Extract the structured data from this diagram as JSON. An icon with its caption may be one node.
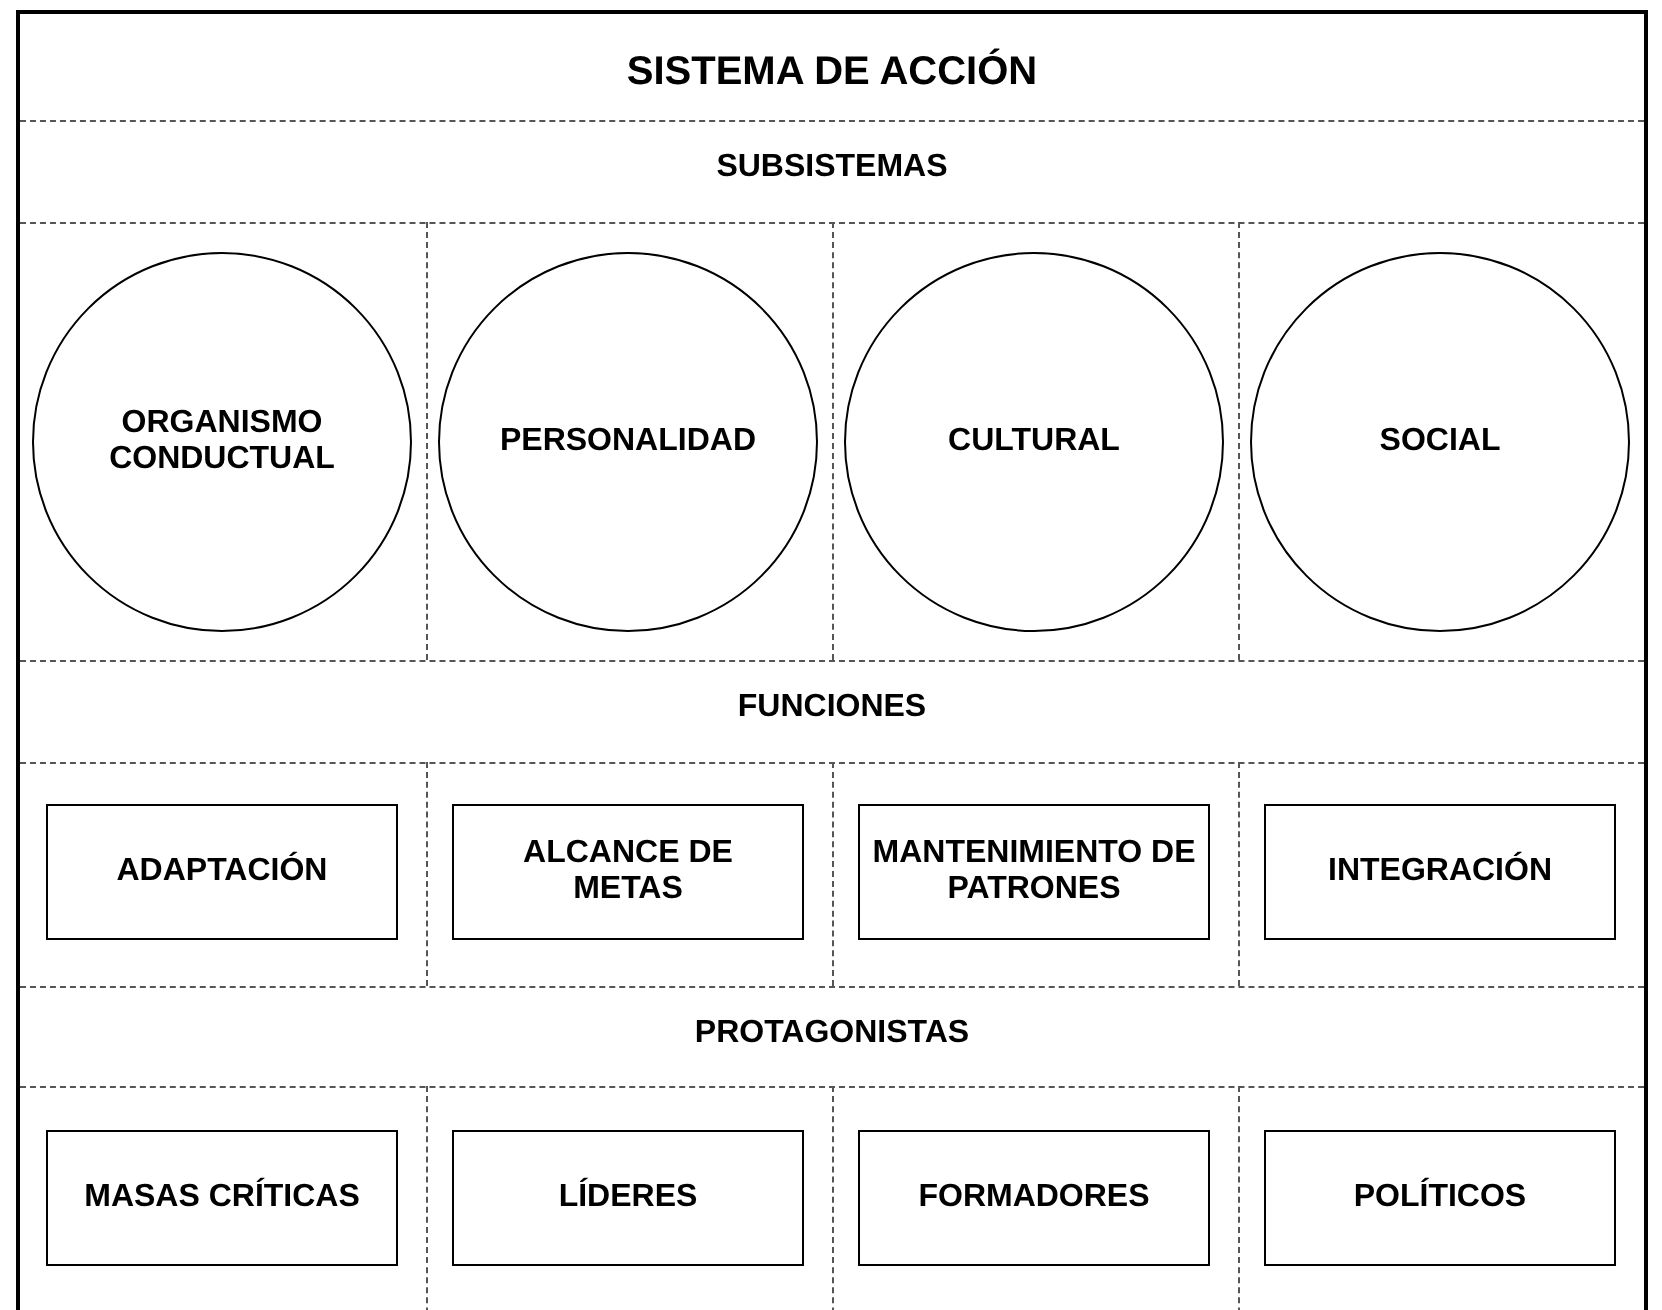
{
  "diagram": {
    "nodes": [
      {
        "text": [
          "SISTEMA DE ACCIÓN"
        ]
      },
      {
        "text": [
          "ORGANISMO CONDUCTUAL"
        ],
        "in": 0
      },
      {
        "text": [
          "PERSONALIDAD"
        ],
        "in": 0
      },
      {
        "text": [
          "CULTURAL"
        ],
        "in": 0
      },
      {
        "text": [
          "SOCIAL"
        ],
        "in": 0
      },
      {
        "text": [
          "ADAPTACIÓN"
        ],
        "in": 0
      },
      {
        "text": [
          "ALCANCE DE METAS"
        ],
        "in": 0
      },
      {
        "text": [
          "MANTENIMIENTO DE PATRONES"
        ],
        "in": 0
      },
      {
        "text": [
          "INTEGRACIÓN"
        ],
        "in": 0
      },
      {
        "text": [
          "MASAS CRÍTICAS"
        ],
        "in": 0
      },
      {
        "text": [
          "LÍDERES"
        ],
        "in": 0
      },
      {
        "text": [
          "FORMADORES"
        ],
        "in": 0
      },
      {
        "text": [
          "POLÍTICOS"
        ],
        "in": 0
      }
    ],
    "edges": [],
    "labels": [
      "SUBSISTEMAS",
      "FUNCIONES",
      "PROTAGONISTAS"
    ]
  }
}
